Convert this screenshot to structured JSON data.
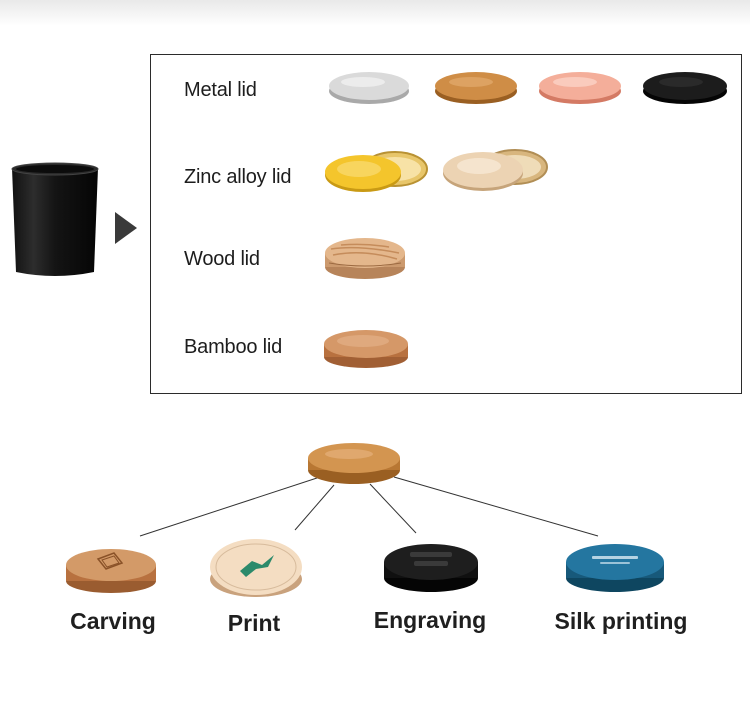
{
  "lid_options": [
    {
      "label": "Metal lid",
      "variants": [
        "silver",
        "copper",
        "rose-gold",
        "black"
      ]
    },
    {
      "label": "Zinc alloy lid",
      "variants": [
        "gold",
        "champagne"
      ]
    },
    {
      "label": "Wood lid",
      "variants": [
        "wood"
      ]
    },
    {
      "label": "Bamboo lid",
      "variants": [
        "bamboo"
      ]
    }
  ],
  "techniques": [
    {
      "label": "Carving"
    },
    {
      "label": "Print"
    },
    {
      "label": "Engraving"
    },
    {
      "label": "Silk printing"
    }
  ],
  "colors": {
    "silver": "#d6d6d6",
    "copper": "#c98a45",
    "rose_gold": "#f0a996",
    "black": "#1a1a1a",
    "gold": "#f2c12a",
    "champagne": "#e8cda9",
    "wood": "#d9a574",
    "bamboo": "#c98b5c",
    "teal": "#1f6d8e",
    "panel_border": "#2b2b2b",
    "arrow": "#3a3a3a"
  }
}
